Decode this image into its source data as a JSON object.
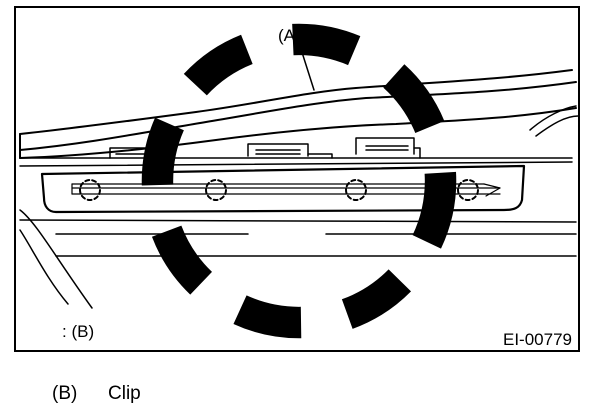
{
  "diagram": {
    "callout_a": "(A)",
    "legend_marker_text": ": (B)",
    "figure_id": "EI-00779"
  },
  "caption": {
    "code": "(B)",
    "text": "Clip"
  }
}
